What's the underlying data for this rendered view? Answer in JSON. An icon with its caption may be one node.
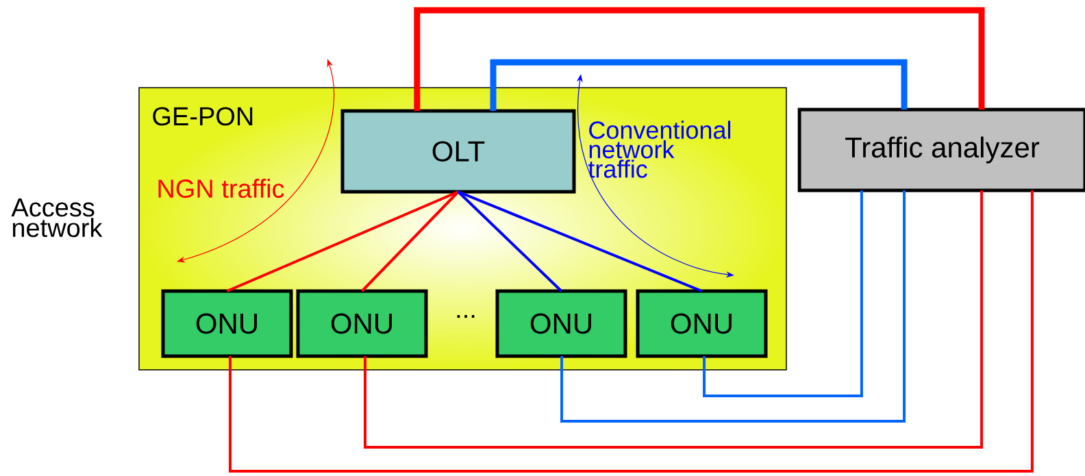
{
  "diagram": {
    "nodes": [
      {
        "text": [
          "GE-PON"
        ]
      },
      {
        "text": [
          "OLT"
        ],
        "in": 0
      },
      {
        "text": [
          "ONU"
        ],
        "in": 0
      },
      {
        "text": [
          "ONU"
        ],
        "in": 0
      },
      {
        "text": [
          "ONU"
        ],
        "in": 0
      },
      {
        "text": [
          "ONU"
        ],
        "in": 0
      },
      {
        "text": [
          "Traffic analyzer"
        ]
      }
    ],
    "edges": [
      {
        "from": 1,
        "to": 2,
        "arrow": "none",
        "color": "#ff0000"
      },
      {
        "from": 1,
        "to": 3,
        "arrow": "none",
        "color": "#ff0000"
      },
      {
        "from": 1,
        "to": 4,
        "arrow": "none",
        "color": "#0000ff"
      },
      {
        "from": 1,
        "to": 5,
        "arrow": "none",
        "color": "#0000ff"
      },
      {
        "from": 1,
        "to": 6,
        "arrow": "none",
        "style": "thick",
        "color": "#ff0000"
      },
      {
        "from": 1,
        "to": 6,
        "arrow": "none",
        "style": "thick",
        "color": "#0066ff"
      },
      {
        "from": 2,
        "to": 6,
        "arrow": "none",
        "color": "#ff0000"
      },
      {
        "from": 3,
        "to": 6,
        "arrow": "none",
        "color": "#ff0000"
      },
      {
        "from": 4,
        "to": 6,
        "arrow": "none",
        "color": "#0066ff"
      },
      {
        "from": 5,
        "to": 6,
        "arrow": "none",
        "color": "#0066ff"
      }
    ],
    "labels": [
      "Access network",
      "NGN traffic",
      "Conventional network traffic",
      "..."
    ]
  }
}
